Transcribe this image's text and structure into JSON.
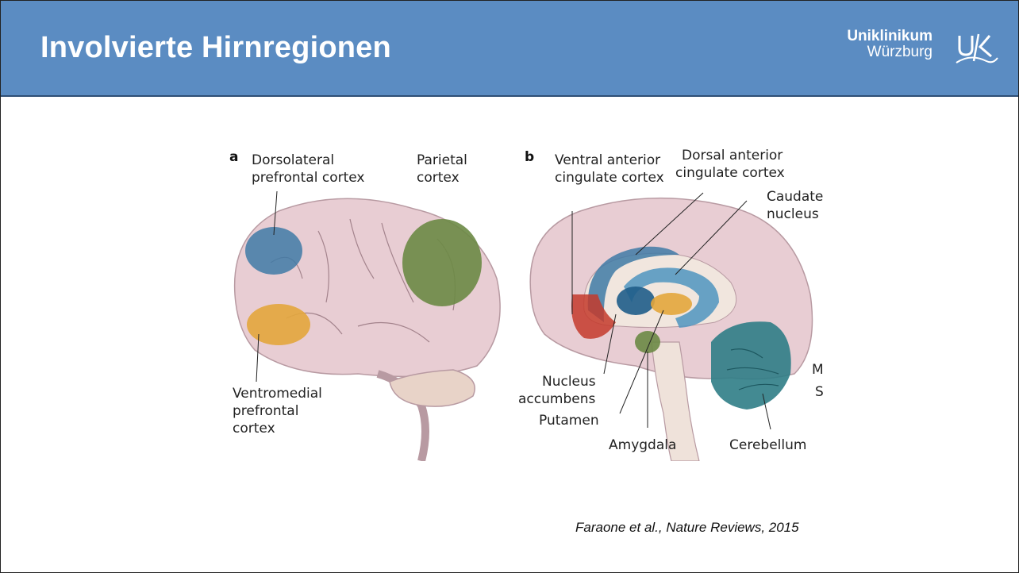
{
  "header": {
    "title": "Involvierte Hirnregionen",
    "logo_line1": "Uniklinikum",
    "logo_line2": "Würzburg",
    "background": "#5b8cc2"
  },
  "figure": {
    "panel_a": {
      "letter": "a",
      "labels": {
        "dlpfc_1": "Dorsolateral",
        "dlpfc_2": "prefrontal cortex",
        "parietal_1": "Parietal",
        "parietal_2": "cortex",
        "vmpfc_1": "Ventromedial",
        "vmpfc_2": "prefrontal",
        "vmpfc_3": "cortex"
      }
    },
    "panel_b": {
      "letter": "b",
      "labels": {
        "vacc_1": "Ventral anterior",
        "vacc_2": "cingulate cortex",
        "dacc_1": "Dorsal anterior",
        "dacc_2": "cingulate cortex",
        "caudate_1": "Caudate",
        "caudate_2": "nucleus",
        "accumbens_1": "Nucleus",
        "accumbens_2": "accumbens",
        "putamen": "Putamen",
        "amygdala": "Amygdala",
        "cerebellum": "Cerebellum",
        "cut_1": "M",
        "cut_2": "S"
      }
    },
    "colors": {
      "brain": "#e8cdd3",
      "blue": "#3f7aa6",
      "green": "#6b8a45",
      "orange": "#e3a63c",
      "red": "#c43a2c",
      "teal": "#2f7d86"
    }
  },
  "citation": "Faraone et al., Nature Reviews, 2015"
}
